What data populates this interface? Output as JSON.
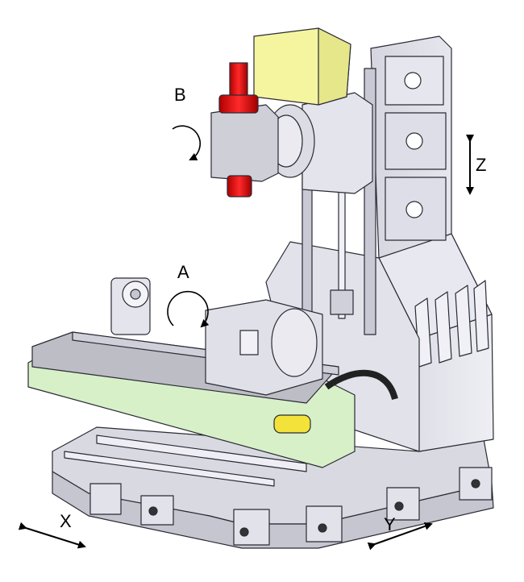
{
  "labels": {
    "b_axis": "B",
    "a_axis": "A",
    "z_axis": "Z",
    "x_axis": "X",
    "y_axis": "Y"
  },
  "colors": {
    "background": "#ffffff",
    "column_body": "#e4e4ec",
    "column_shade": "#c9c9d6",
    "spindle_motor": "#f5f5a0",
    "spindle_red": "#e01010",
    "head_grey": "#cfcfd8",
    "table_green": "#d7f0c8",
    "table_grey": "#bdbdc6",
    "base_grey": "#d9d9e1",
    "yellow_part": "#f2e23a",
    "outline": "#2a2a35",
    "arrow": "#000000"
  },
  "icons": {
    "b_rotation": "circular-arrow-icon",
    "a_rotation": "circular-arrow-icon",
    "z_direction": "double-arrow-vertical-icon",
    "x_direction": "double-arrow-diagonal-icon",
    "y_direction": "double-arrow-diagonal-icon"
  }
}
